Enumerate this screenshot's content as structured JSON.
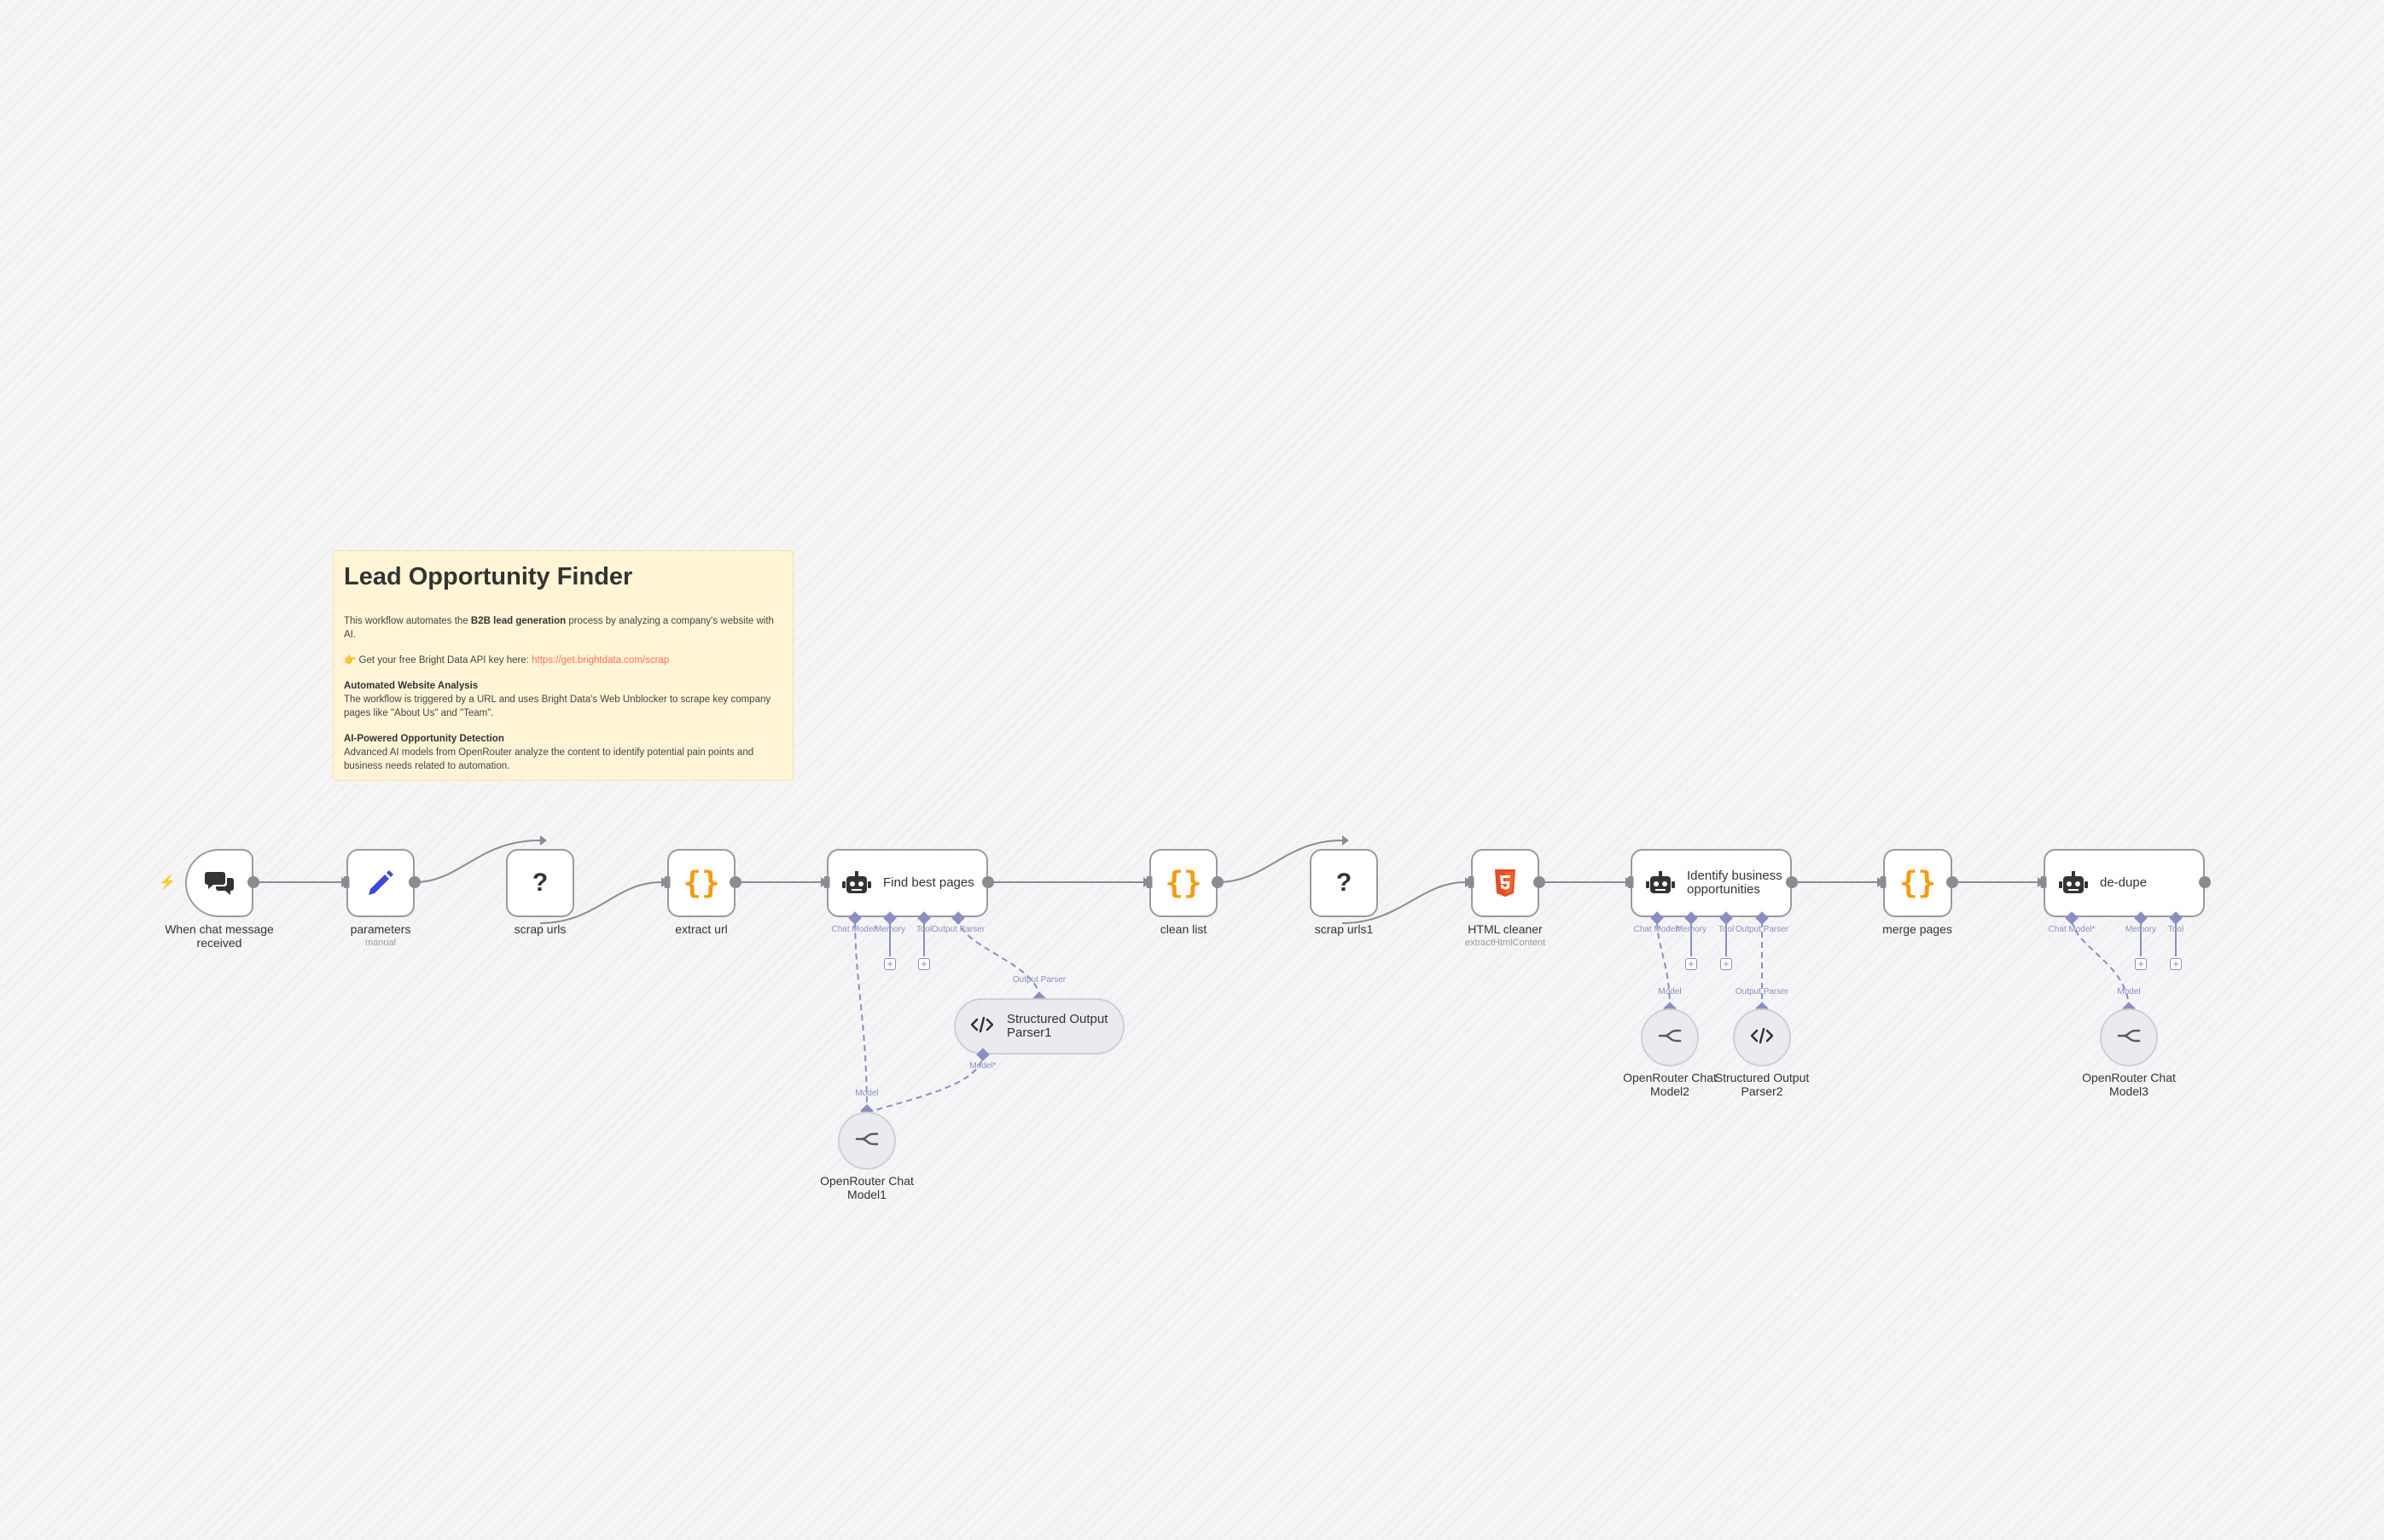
{
  "sticky_note": {
    "title": "Lead Opportunity Finder",
    "intro_pre": "This workflow automates the ",
    "intro_bold": "B2B lead generation",
    "intro_post": " process by analyzing a company's website with AI.",
    "api_pre": "👉 Get your free Bright Data API key here: ",
    "api_link": "https://get.brightdata.com/scrap",
    "section1_title": "Automated Website Analysis",
    "section1_text": "The workflow is triggered by a URL and uses Bright Data's Web Unblocker to scrape key company pages like \"About Us\" and \"Team\".",
    "section2_title": "AI-Powered Opportunity Detection",
    "section2_text": "Advanced AI models from OpenRouter analyze the content to identify potential pain points and business needs related to automation."
  },
  "nodes": {
    "chat_trigger": {
      "label_line1": "When chat message",
      "label_line2": "received",
      "icon": "chat-bubbles-icon"
    },
    "parameters": {
      "label": "parameters",
      "sublabel": "manual",
      "icon": "pencil-icon"
    },
    "scrap_urls": {
      "label": "scrap urls",
      "icon": "question-mark-icon"
    },
    "extract_url": {
      "label": "extract url",
      "icon": "code-braces-icon"
    },
    "find_best_pages": {
      "title": "Find best pages",
      "icon": "robot-icon",
      "slots": [
        "Chat Model*",
        "Memory",
        "Tool",
        "Output Parser"
      ]
    },
    "clean_list": {
      "label": "clean list",
      "icon": "code-braces-icon"
    },
    "scrap_urls1": {
      "label": "scrap urls1",
      "icon": "question-mark-icon"
    },
    "html_cleaner": {
      "label": "HTML cleaner",
      "sublabel": "extractHtmlContent",
      "icon": "html5-icon"
    },
    "identify_opportunities": {
      "title_line1": "Identify business",
      "title_line2": "opportunities",
      "icon": "robot-icon",
      "slots": [
        "Chat Model*",
        "Memory",
        "Tool",
        "Output Parser"
      ]
    },
    "merge_pages": {
      "label": "merge pages",
      "icon": "code-braces-icon"
    },
    "de_dupe": {
      "title": "de-dupe",
      "icon": "robot-icon",
      "slots": [
        "Chat Model*",
        "Memory",
        "Tool"
      ]
    },
    "structured_output_parser1": {
      "title_line1": "Structured Output",
      "title_line2": "Parser1",
      "icon": "code-tag-icon",
      "top_slot": "Output Parser",
      "bottom_slot": "Model*"
    },
    "openrouter_chat_model1": {
      "label_line1": "OpenRouter Chat",
      "label_line2": "Model1",
      "icon": "openrouter-icon",
      "slot": "Model"
    },
    "openrouter_chat_model2": {
      "label_line1": "OpenRouter Chat",
      "label_line2": "Model2",
      "icon": "openrouter-icon",
      "slot": "Model"
    },
    "structured_output_parser2": {
      "label_line1": "Structured Output",
      "label_line2": "Parser2",
      "icon": "code-tag-icon",
      "slot": "Output Parser"
    },
    "openrouter_chat_model3": {
      "label_line1": "OpenRouter Chat",
      "label_line2": "Model3",
      "icon": "openrouter-icon",
      "slot": "Model"
    }
  },
  "colors": {
    "canvas": "#f5f5f7",
    "node_border": "#9a9a9e",
    "edge": "#8c8c90",
    "ai_connection": "#8a8fc2",
    "note_background": "#fff5d6",
    "accent": "#ff6d5a",
    "code_icon": "#f39c12"
  }
}
